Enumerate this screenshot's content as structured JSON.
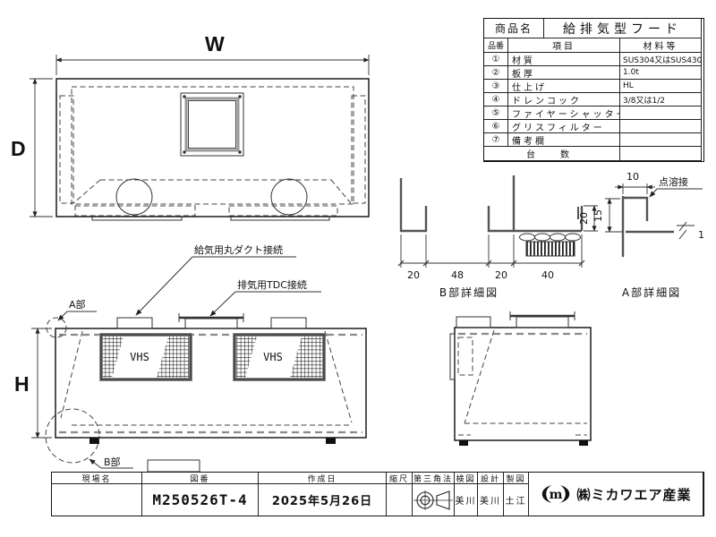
{
  "sheet": {
    "product_label": "商品名",
    "product_name": "給排気型フード"
  },
  "spec_table": {
    "col_no": "品番",
    "col_item": "項目",
    "col_material": "材料等",
    "rows": [
      {
        "no": "①",
        "item": "材質",
        "material": "SUS304又はSUS430"
      },
      {
        "no": "②",
        "item": "板厚",
        "material": "1.0t"
      },
      {
        "no": "③",
        "item": "仕上げ",
        "material": "HL"
      },
      {
        "no": "④",
        "item": "ドレンコック",
        "material": "3/8又は1/2"
      },
      {
        "no": "⑤",
        "item": "ファイヤーシャッター",
        "material": ""
      },
      {
        "no": "⑥",
        "item": "グリスフィルター",
        "material": ""
      },
      {
        "no": "⑦",
        "item": "備考欄",
        "material": ""
      }
    ],
    "units_label": "台　数",
    "units_value": ""
  },
  "plan_view": {
    "width_label": "W",
    "depth_label": "D"
  },
  "front_view": {
    "height_label": "H",
    "grille_label_left": "VHS",
    "grille_label_right": "VHS",
    "supply_duct_note": "給気用丸ダクト接続",
    "exhaust_duct_note": "排気用TDC接続",
    "detail_a_ref": "A部",
    "detail_b_ref": "B部"
  },
  "detail_b": {
    "title": "B部詳細図",
    "bottom_dims": [
      "20",
      "48",
      "20",
      "40"
    ],
    "side_dim": "20"
  },
  "detail_a": {
    "title": "A部詳細図",
    "top_dim": "10",
    "side_dim": "15",
    "thickness_dim": "1",
    "weld_note": "点溶接"
  },
  "title_block": {
    "site_label": "現場名",
    "site_value": "",
    "drawing_no_label": "図番",
    "drawing_no_value": "M250526T-4",
    "date_label": "作成日",
    "date_value": "2025年5月26日",
    "scale_label": "縮尺",
    "projection_label": "第三角法",
    "check_label": "検図",
    "check_value": "美川",
    "design_label": "設計",
    "design_value": "美川",
    "draft_label": "製図",
    "draft_value": "土江",
    "company_mark": "m",
    "company_name": "㈱ミカワエア産業"
  }
}
